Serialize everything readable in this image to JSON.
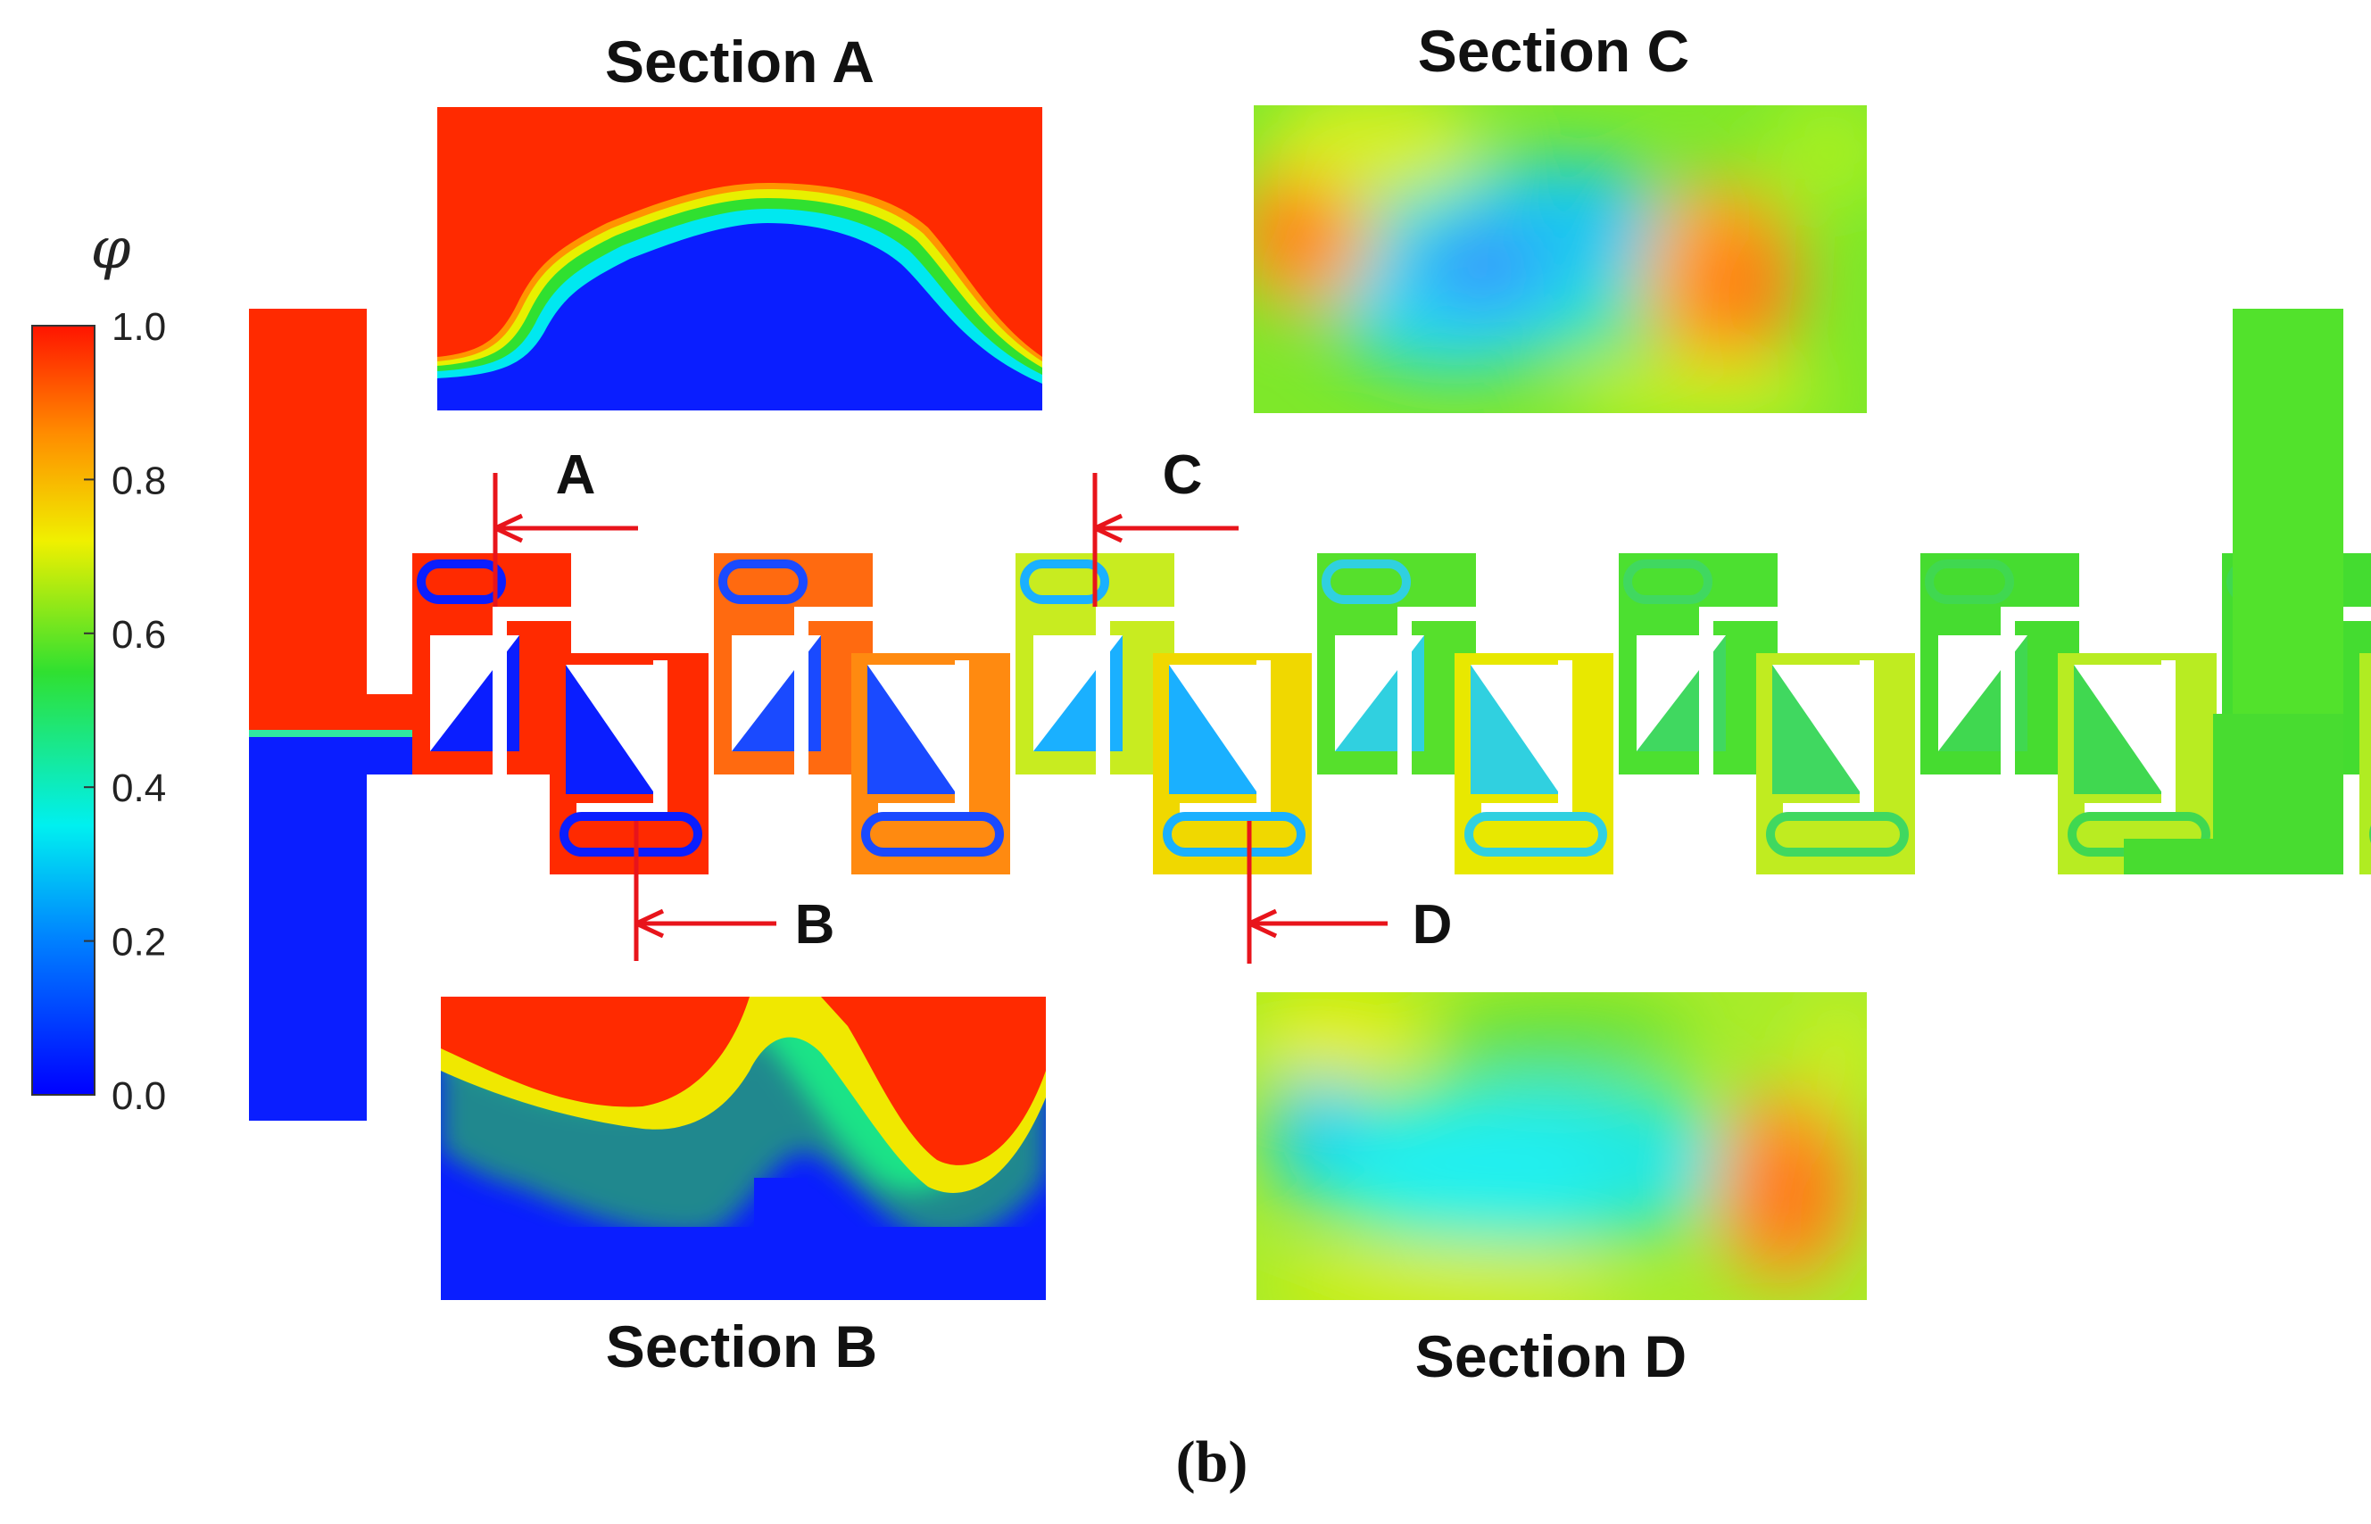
{
  "colorbar": {
    "symbol": "φ",
    "ticks": [
      "1.0",
      "0.8",
      "0.6",
      "0.4",
      "0.2",
      "0.0"
    ],
    "min": 0.0,
    "max": 1.0
  },
  "sections": {
    "a": {
      "title": "Section A",
      "marker": "A"
    },
    "b": {
      "title": "Section B",
      "marker": "B"
    },
    "c": {
      "title": "Section C",
      "marker": "C"
    },
    "d": {
      "title": "Section D",
      "marker": "D"
    }
  },
  "caption": "(b)",
  "colors": {
    "red": "#ff2a00",
    "orange": "#ff8a10",
    "yellow": "#f4f000",
    "green": "#3be22c",
    "cyan": "#1ff0f0",
    "blue": "#0a1eff",
    "marker": "#e8141b"
  }
}
